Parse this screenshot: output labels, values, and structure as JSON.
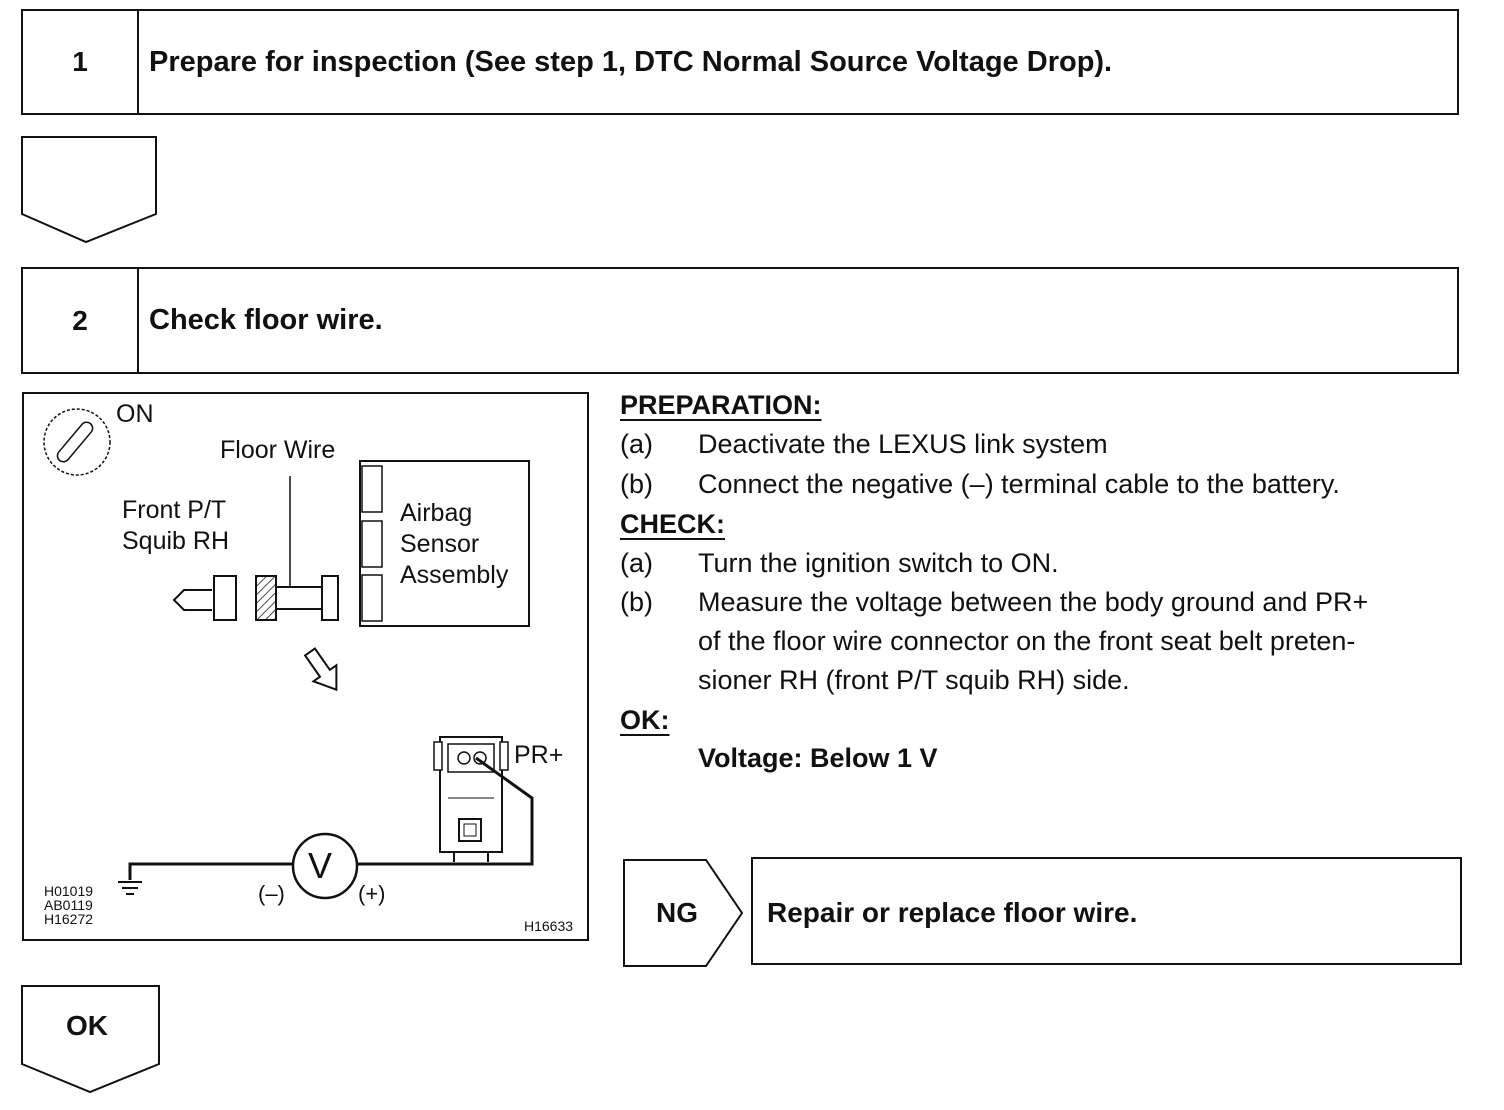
{
  "steps": [
    {
      "number": "1",
      "title": "Prepare for inspection (See step 1, DTC Normal Source Voltage Drop)."
    },
    {
      "number": "2",
      "title": "Check floor wire."
    }
  ],
  "diagram": {
    "ignition_label": "ON",
    "floor_wire_label": "Floor Wire",
    "squib_label_line1": "Front P/T",
    "squib_label_line2": "Squib RH",
    "sensor_label_line1": "Airbag",
    "sensor_label_line2": "Sensor",
    "sensor_label_line3": "Assembly",
    "terminal_label": "PR+",
    "meter_symbol": "V",
    "neg_label": "(–)",
    "pos_label": "(+)",
    "ref_codes": "H01019\nAB0119\nH16272",
    "fig_code": "H16633"
  },
  "instructions": {
    "preparation_header": "PREPARATION:",
    "preparation": [
      {
        "marker": "(a)",
        "text": "Deactivate the LEXUS link system"
      },
      {
        "marker": "(b)",
        "text": "Connect the negative (–) terminal cable to the battery."
      }
    ],
    "check_header": "CHECK:",
    "check": [
      {
        "marker": "(a)",
        "text": "Turn the ignition switch to ON."
      },
      {
        "marker": "(b)",
        "line1": "Measure the voltage between the body ground and PR+",
        "line2": "of the floor wire connector on the front seat belt preten-",
        "line3": "sioner RH (front P/T squib RH) side."
      }
    ],
    "ok_header": "OK:",
    "ok_spec": "Voltage: Below 1 V"
  },
  "ng": {
    "label": "NG",
    "action": "Repair or replace floor wire."
  },
  "ok_arrow_label": "OK"
}
